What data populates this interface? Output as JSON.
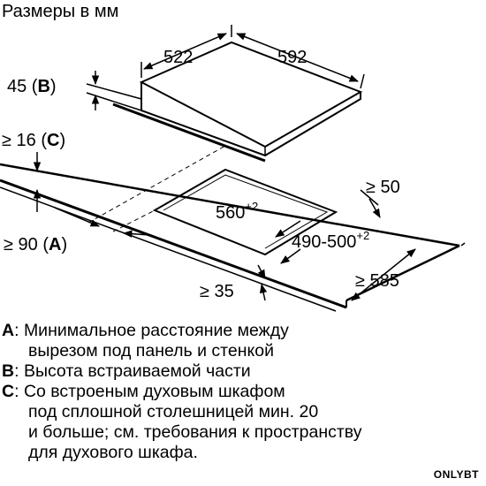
{
  "title": "Размеры в мм",
  "dims": {
    "d522": "522",
    "d592": "592",
    "d45": "45",
    "d45_letter": "B",
    "d16": "≥ 16",
    "d16_letter": "C",
    "d50": "≥ 50",
    "d560": "560",
    "d560_tol": "+2",
    "d490": "490-500",
    "d490_tol": "+2",
    "d90": "≥ 90",
    "d90_letter": "A",
    "d585": "≥ 585",
    "d35": "≥ 35"
  },
  "legend": [
    {
      "letter": "A",
      "lines": [
        "Минимальное расстояние между",
        "вырезом под панель и стенкой"
      ]
    },
    {
      "letter": "B",
      "lines": [
        "Высота встраиваемой части"
      ]
    },
    {
      "letter": "C",
      "lines": [
        "Со встроеным духовым шкафом",
        "под сплошной столешницей мин. 20",
        "и больше; см. требования к пространству",
        "для духового шкафа."
      ]
    }
  ],
  "watermark": "ONLYBT"
}
